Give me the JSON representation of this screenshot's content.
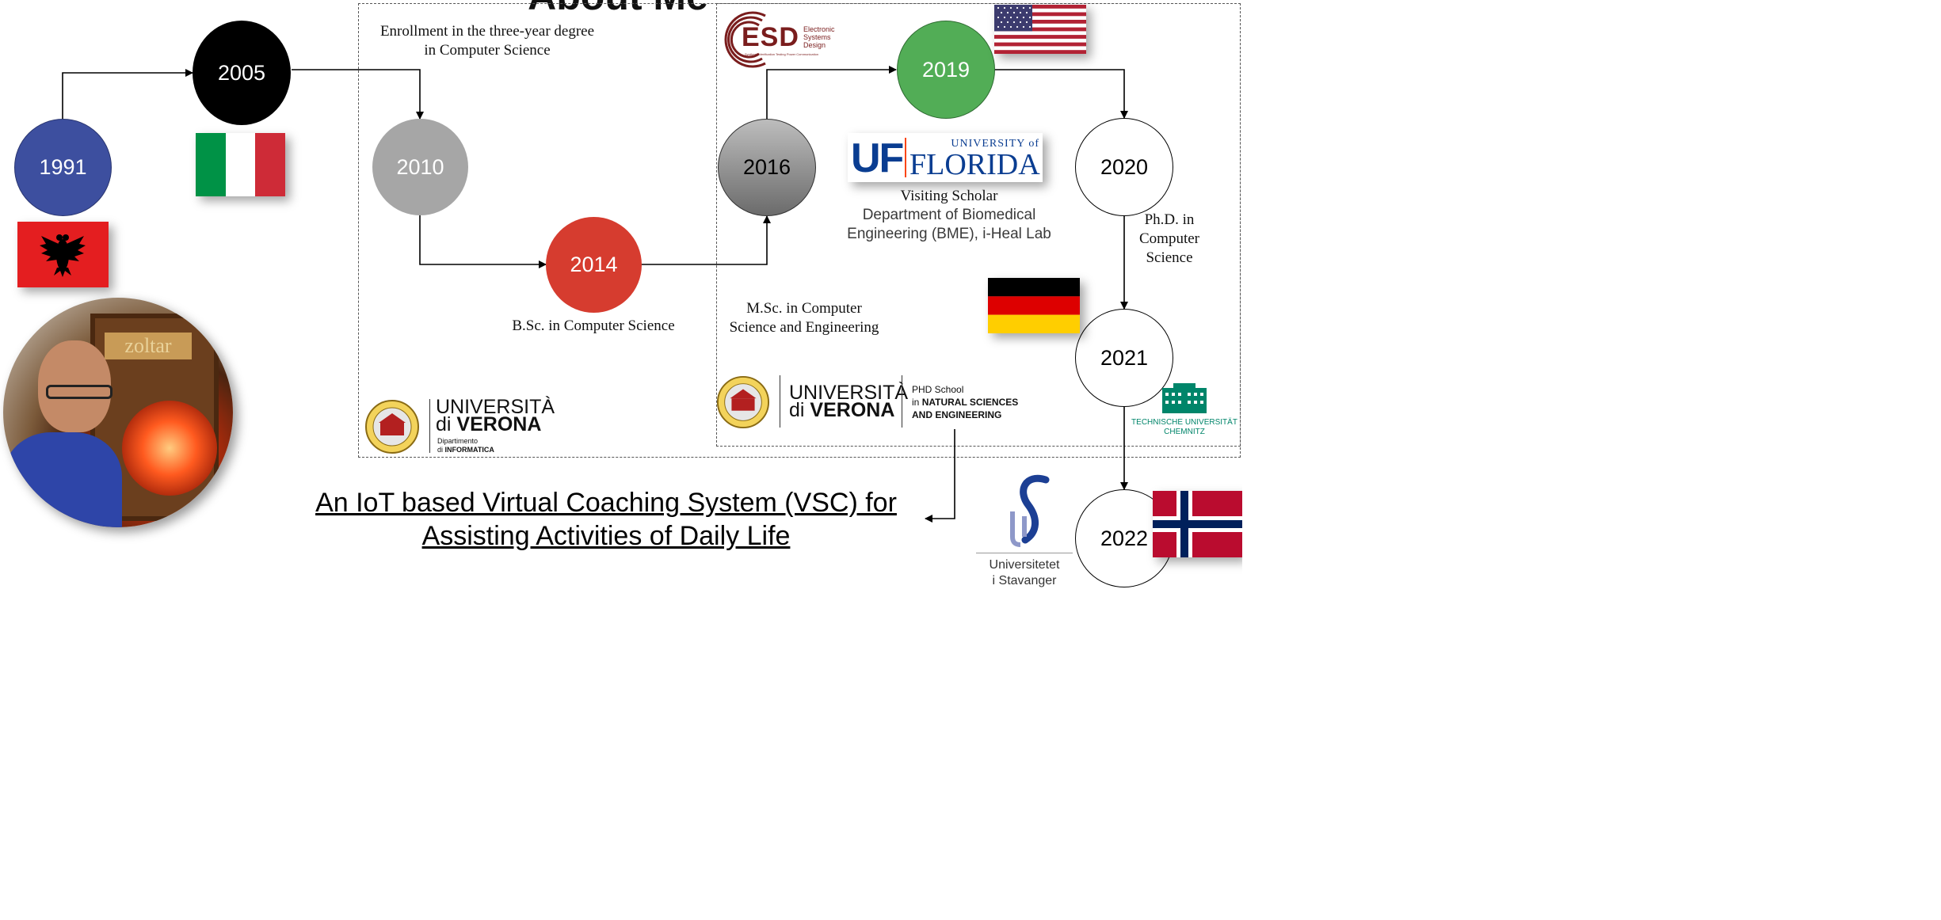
{
  "header_title": "About Me",
  "nodes": {
    "y1991": {
      "label": "1991",
      "color": "#3d4f9f"
    },
    "y2005": {
      "label": "2005",
      "color": "#000000"
    },
    "y2010": {
      "label": "2010",
      "color": "#a6a6a6"
    },
    "y2014": {
      "label": "2014",
      "color": "#d63c2f"
    },
    "y2016": {
      "label": "2016",
      "color": "#7f7f7f"
    },
    "y2019": {
      "label": "2019",
      "color": "#52ad56"
    },
    "y2020": {
      "label": "2020",
      "color": "#ffffff"
    },
    "y2021": {
      "label": "2021",
      "color": "#ffffff"
    },
    "y2022": {
      "label": "2022",
      "color": "#ffffff"
    }
  },
  "captions": {
    "enrollment_line1": "Enrollment in the three-year degree",
    "enrollment_line2": "in Computer Science",
    "bsc": "B.Sc. in Computer Science",
    "msc_line1": "M.Sc. in Computer",
    "msc_line2": "Science and Engineering",
    "visiting": "Visiting Scholar",
    "bme_line1": "Department of Biomedical",
    "bme_line2": "Engineering (BME), i-Heal Lab",
    "phd_line1": "Ph.D. in",
    "phd_line2": "Computer",
    "phd_line3": "Science"
  },
  "thesis": {
    "line1": "An IoT based Virtual Coaching System (VSC) for",
    "line2": "Assisting Activities of Daily Life"
  },
  "logos": {
    "esd_letters": "ESD",
    "esd_name_1": "Electronic",
    "esd_name_2": "Systems",
    "esd_name_3": "Design",
    "esd_tagline": "Synthesis Verification Testing Power Communication",
    "uf_mark": "UF",
    "uf_university": "UNIVERSITY of",
    "uf_florida": "FLORIDA",
    "univr_1": "UNIVERSITÀ",
    "univr_di": "di",
    "univr_verona": "VERONA",
    "univr_dept_1": "Dipartimento",
    "univr_dept_di": "di",
    "univr_dept_2": "INFORMATICA",
    "univr_b_1": "UNIVERSITÀ",
    "univr_b_di": "di",
    "univr_b_verona": "VERONA",
    "phd_school_1": "PHD School",
    "phd_school_in": "in",
    "phd_school_2": "NATURAL SCIENCES",
    "phd_school_3": "AND ENGINEERING",
    "tu_1": "TECHNISCHE UNIVERSITÄT",
    "tu_2": "CHEMNITZ",
    "uis_1": "Universitetet",
    "uis_2": "i Stavanger",
    "photo_sign": "zoltar"
  },
  "flags": [
    "albania-flag",
    "italy-flag",
    "usa-flag",
    "germany-flag",
    "norway-flag"
  ]
}
